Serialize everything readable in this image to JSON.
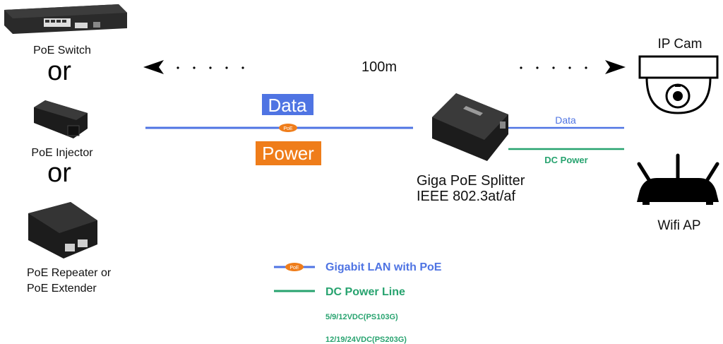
{
  "left_devices": {
    "switch_label": "PoE Switch",
    "or_1": "or",
    "injector_label": "PoE Injector",
    "or_2": "or",
    "repeater_label_line1": "PoE Repeater or",
    "repeater_label_line2": "PoE Extender"
  },
  "distance": {
    "label": "100m"
  },
  "main_link": {
    "data_tag": "Data",
    "power_tag": "Power",
    "poe_badge": "PoE"
  },
  "splitter": {
    "label_line1": "Giga PoE Splitter",
    "label_line2": "IEEE 802.3at/af"
  },
  "outputs": {
    "data_label": "Data",
    "power_label": "DC Power"
  },
  "right_devices": {
    "ipcam_label": "IP Cam",
    "wifi_label": "Wifi AP"
  },
  "legend": {
    "poe_badge": "PoE",
    "lan_label": "Gigabit LAN with PoE",
    "dc_label": "DC Power Line",
    "note_1": "5/9/12VDC(PS103G)",
    "note_2": "12/19/24VDC(PS203G)"
  },
  "colors": {
    "blue": "#4f74e3",
    "green": "#27a36f",
    "orange": "#ef7d1a",
    "device_dark": "#1e1e1e"
  }
}
